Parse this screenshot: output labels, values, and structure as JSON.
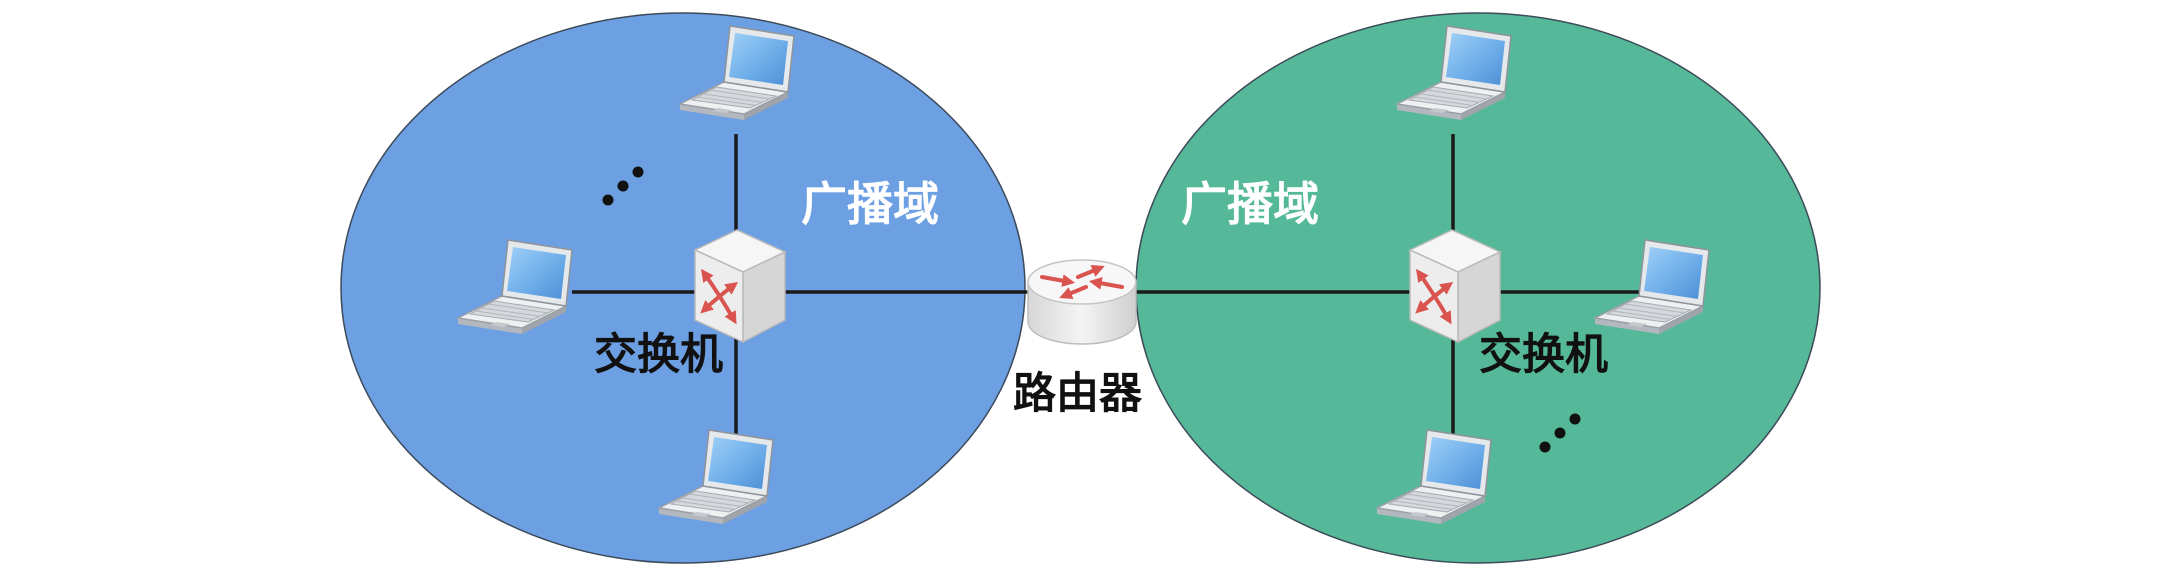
{
  "diagram": {
    "left_domain": {
      "label": "广播域",
      "switch_label": "交换机",
      "fill": "#6d9fe3"
    },
    "right_domain": {
      "label": "广播域",
      "switch_label": "交换机",
      "fill": "#55b899"
    },
    "router": {
      "label": "路由器"
    },
    "link_color": "#1a1a1a",
    "arrow_color": "#d9534f"
  },
  "icons": {
    "host": "laptop-icon",
    "switch": "switch-icon",
    "router": "router-icon",
    "more_hosts": "ellipsis-dots-icon"
  }
}
